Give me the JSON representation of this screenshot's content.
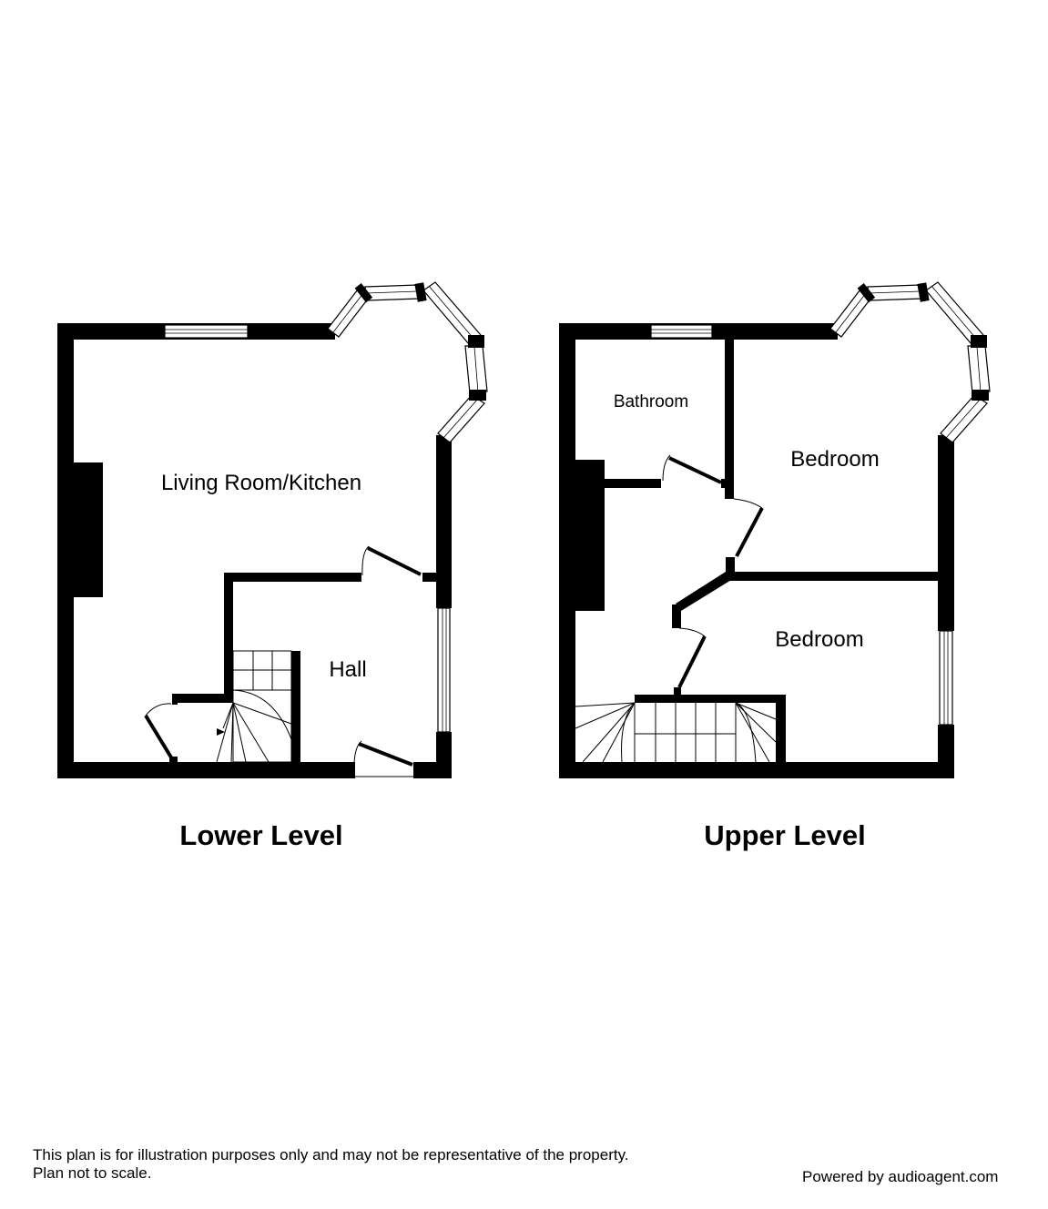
{
  "lower_level": {
    "title": "Lower Level",
    "rooms": {
      "living": "Living Room/Kitchen",
      "hall": "Hall"
    }
  },
  "upper_level": {
    "title": "Upper Level",
    "rooms": {
      "bathroom": "Bathroom",
      "bedroom_1": "Bedroom",
      "bedroom_2": "Bedroom"
    }
  },
  "footer": {
    "disclaimer_line1": "This plan is for illustration purposes only and may not be representative of the property.",
    "disclaimer_line2": "Plan not to scale.",
    "credit": "Powered by audioagent.com"
  },
  "colors": {
    "wall": "#000000",
    "background": "#ffffff"
  }
}
